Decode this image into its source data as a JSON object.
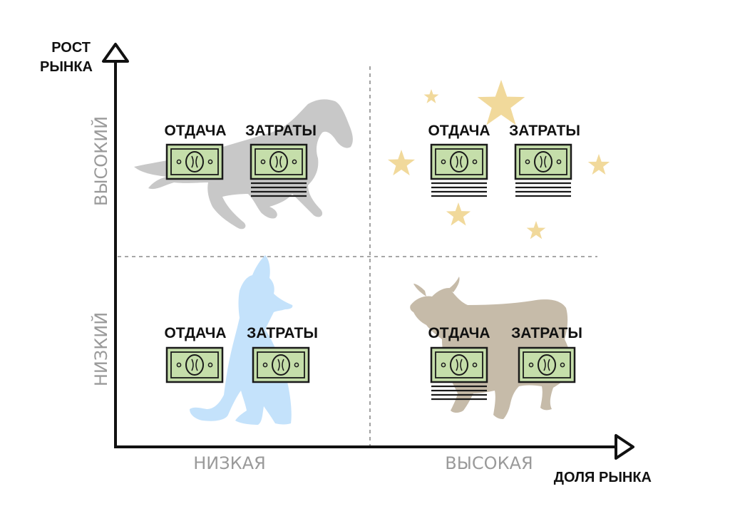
{
  "axes": {
    "y_title_line1": "РОСТ",
    "y_title_line2": "РЫНКА",
    "y_high": "ВЫСОКИЙ",
    "y_low": "НИЗКИЙ",
    "x_low": "НИЗКАЯ",
    "x_high": "ВЫСОКАЯ",
    "x_title": "ДОЛЯ РЫНКА"
  },
  "colors": {
    "horse": "#c8c8c8",
    "dog": "#c4e2fb",
    "cow": "#c6bba9",
    "star": "#f1d99b",
    "money_fill": "#c5deaa",
    "money_stroke": "#1a1a1a",
    "axis": "#111111"
  },
  "quadrants": [
    {
      "id": "top-left",
      "animal": "horse",
      "return_label": "ОТДАЧА",
      "cost_label": "ЗАТРАТЫ",
      "return_stack": false,
      "cost_stack": true
    },
    {
      "id": "top-right",
      "animal": "star",
      "return_label": "ОТДАЧА",
      "cost_label": "ЗАТРАТЫ",
      "return_stack": true,
      "cost_stack": true
    },
    {
      "id": "bottom-left",
      "animal": "dog",
      "return_label": "ОТДАЧА",
      "cost_label": "ЗАТРАТЫ",
      "return_stack": false,
      "cost_stack": false
    },
    {
      "id": "bottom-right",
      "animal": "cow",
      "return_label": "ОТДАЧА",
      "cost_label": "ЗАТРАТЫ",
      "return_stack": true,
      "cost_stack": false
    }
  ]
}
